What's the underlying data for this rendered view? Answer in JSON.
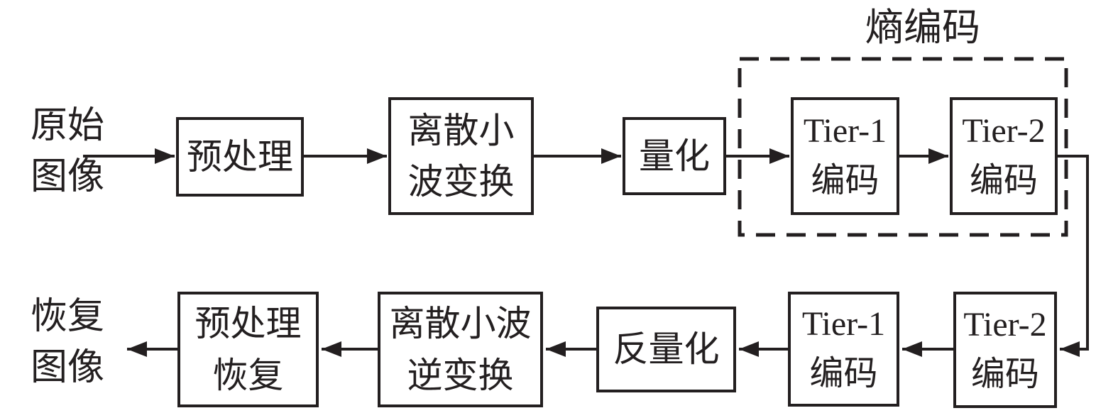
{
  "diagram": {
    "background_color": "#ffffff",
    "ink_color": "#231f20",
    "entropy_group_label": "熵编码",
    "encoder": {
      "input_label": "原始\n图像",
      "blocks": [
        "预处理",
        "离散小\n波变换",
        "量化",
        "Tier-1\n编码",
        "Tier-2\n编码"
      ]
    },
    "decoder": {
      "output_label": "恢复\n图像",
      "blocks": [
        "Tier-2\n编码",
        "Tier-1\n编码",
        "反量化",
        "离散小波\n逆变换",
        "预处理\n恢复"
      ]
    }
  }
}
